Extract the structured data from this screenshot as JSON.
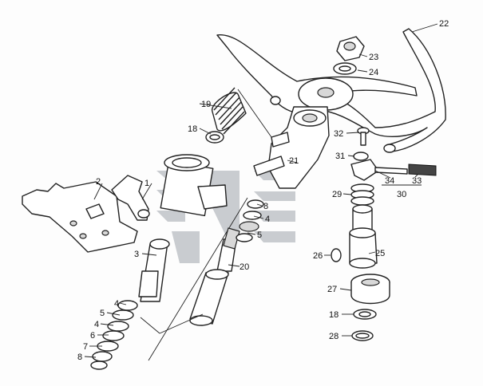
{
  "labels": {
    "l1": "1",
    "l2": "2",
    "l3": "3",
    "l4a": "4",
    "l4b": "4",
    "l4c": "4",
    "l5a": "5",
    "l5b": "5",
    "l6": "6",
    "l7": "7",
    "l8a": "8",
    "l8b": "8",
    "l18a": "18",
    "l18b": "18",
    "l19": "19",
    "l20": "20",
    "l21": "21",
    "l22": "22",
    "l23": "23",
    "l24": "24",
    "l25": "25",
    "l26": "26",
    "l27": "27",
    "l28": "28",
    "l29": "29",
    "l30": "30",
    "l31": "31",
    "l32": "32",
    "l33": "33",
    "l34": "34"
  },
  "colors": {
    "line": "#222222",
    "watermark": "#c9ccd0",
    "background": "#fdfdfd"
  }
}
